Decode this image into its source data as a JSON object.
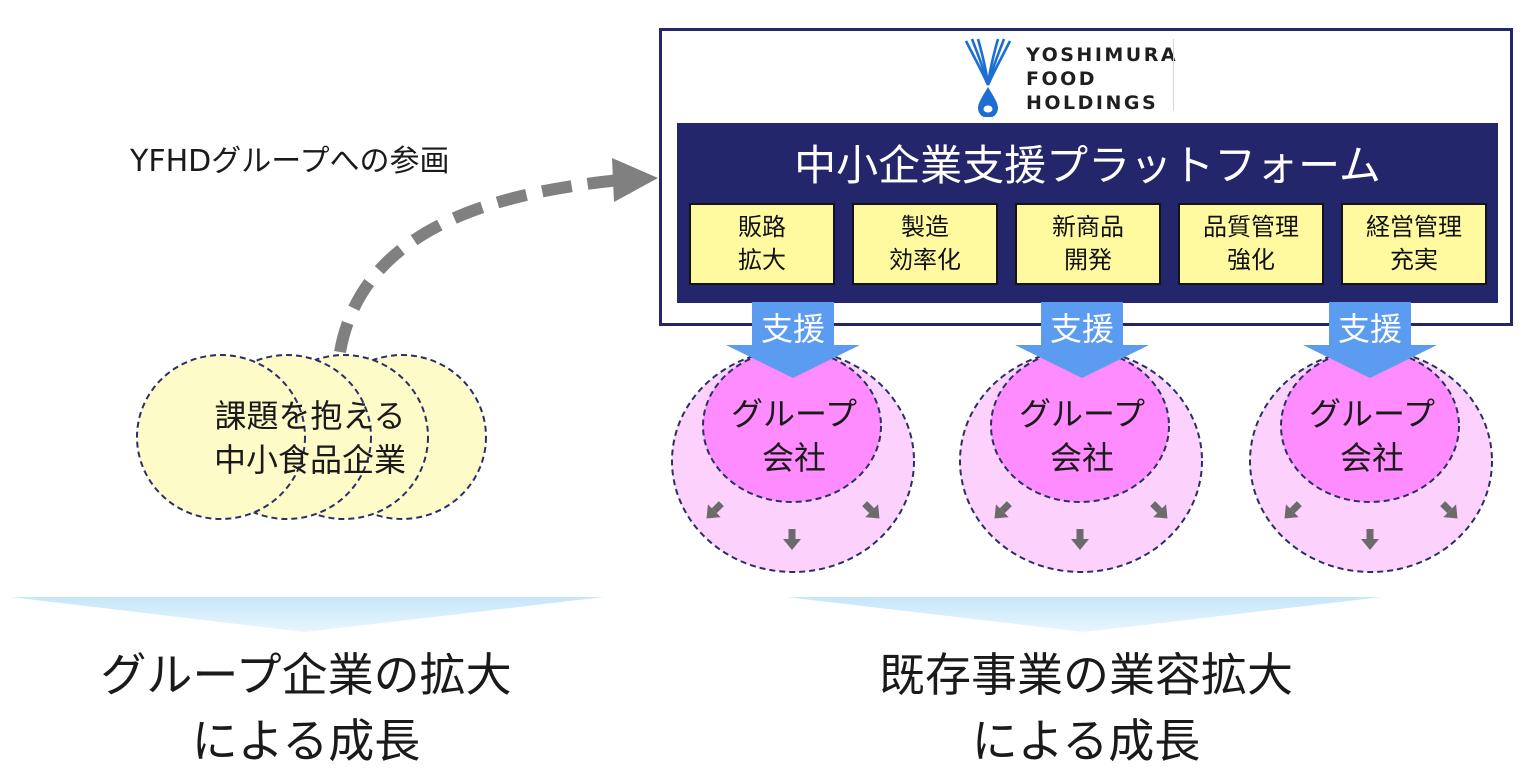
{
  "logo": {
    "lines": [
      "YOSHIMURA",
      "FOOD",
      "HOLDINGS"
    ]
  },
  "platform": {
    "title": "中小企業支援プラットフォーム",
    "items": [
      "販路\n拡大",
      "製造\n効率化",
      "新商品\n開発",
      "品質管理\n強化",
      "経営管理\n充実"
    ]
  },
  "left": {
    "participation_label": "YFHDグループへの参画",
    "challenge_label": "課題を抱える\n中小食品企業",
    "growth_label": "グループ企業の拡大\nによる成長"
  },
  "right": {
    "support_label": "支援",
    "company_label": "グループ\n会社",
    "growth_label": "既存事業の業容拡大\nによる成長"
  },
  "colors": {
    "navy": "#23266a",
    "cell_fill": "#fffaa0",
    "support_arrow": "#5b9bf0",
    "company_inner": "#ff8cff",
    "company_outer": "#fcd2fc",
    "challenge_fill": "#fdfbc7",
    "growth_band": "#cfeafb",
    "dashed_arrow": "#808080"
  }
}
